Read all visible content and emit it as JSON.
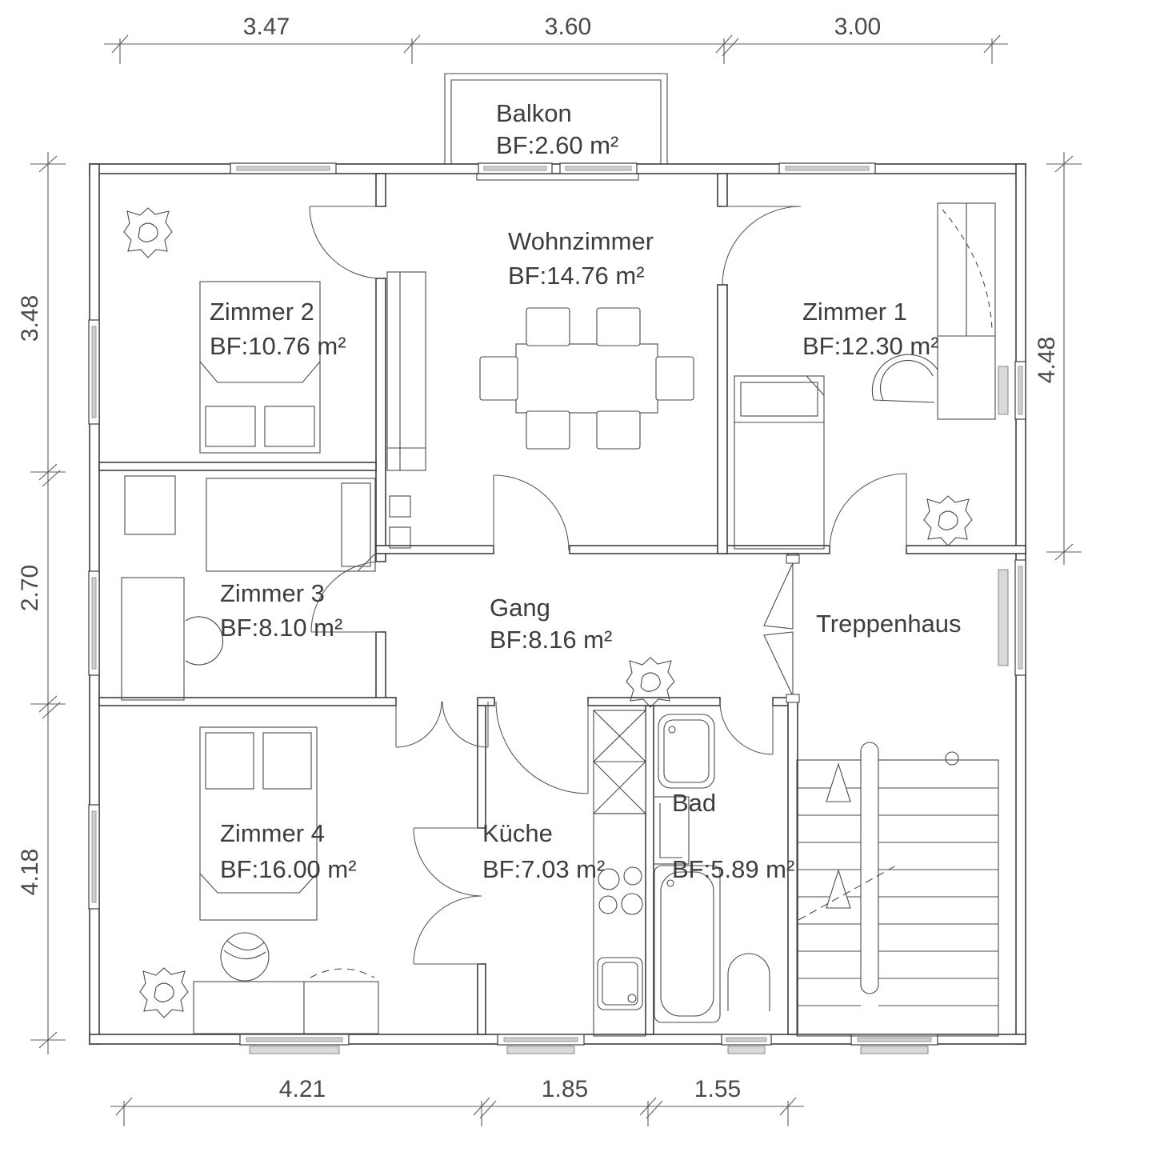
{
  "rooms": {
    "balkon": {
      "name": "Balkon",
      "area": "BF:2.60 m²"
    },
    "wohnzimmer": {
      "name": "Wohnzimmer",
      "area": "BF:14.76 m²"
    },
    "zimmer1": {
      "name": "Zimmer 1",
      "area": "BF:12.30 m²"
    },
    "zimmer2": {
      "name": "Zimmer 2",
      "area": "BF:10.76 m²"
    },
    "zimmer3": {
      "name": "Zimmer 3",
      "area": "BF:8.10 m²"
    },
    "zimmer4": {
      "name": "Zimmer 4",
      "area": "BF:16.00 m²"
    },
    "gang": {
      "name": "Gang",
      "area": "BF:8.16 m²"
    },
    "kueche": {
      "name": "Küche",
      "area": "BF:7.03 m²"
    },
    "bad": {
      "name": "Bad",
      "area": "BF:5.89 m²"
    },
    "treppenhaus": {
      "name": "Treppenhaus"
    }
  },
  "dimensions": {
    "top": [
      "3.47",
      "3.60",
      "3.00"
    ],
    "left": [
      "3.48",
      "2.70",
      "4.18"
    ],
    "right": [
      "4.48"
    ],
    "bottom": [
      "4.21",
      "1.85",
      "1.55"
    ]
  },
  "colors": {
    "line": "#3c3c3c",
    "furniture": "#4a4a4a",
    "window_fill": "#cfcfcf"
  }
}
